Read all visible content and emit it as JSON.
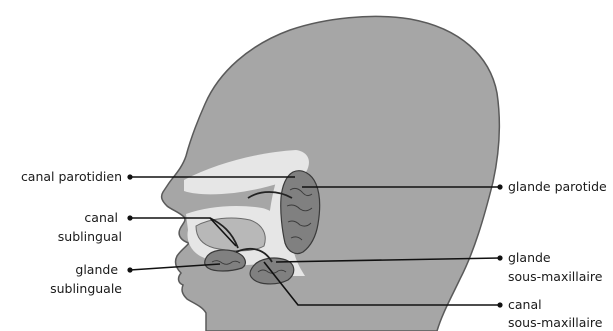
{
  "labels": {
    "canal_parotidien": "canal parotidien",
    "glande_parotide": "glande parotide",
    "canal_sublingual": [
      "canal",
      "sublingual"
    ],
    "glande_sublinguale": [
      "glande",
      "sublinguale"
    ],
    "glande_sous_maxillaire": [
      "glande",
      "sous-maxillaire"
    ],
    "canal_sous_maxillaire": [
      "canal",
      "sous-maxillaire"
    ]
  },
  "colors": {
    "head": "#a6a6a6",
    "head_outline": "#5a5a5a",
    "cavity": "#e6e6e6",
    "gland": "#808080",
    "gland_outline": "#3a3a3a",
    "text": "#1a1a1a"
  }
}
